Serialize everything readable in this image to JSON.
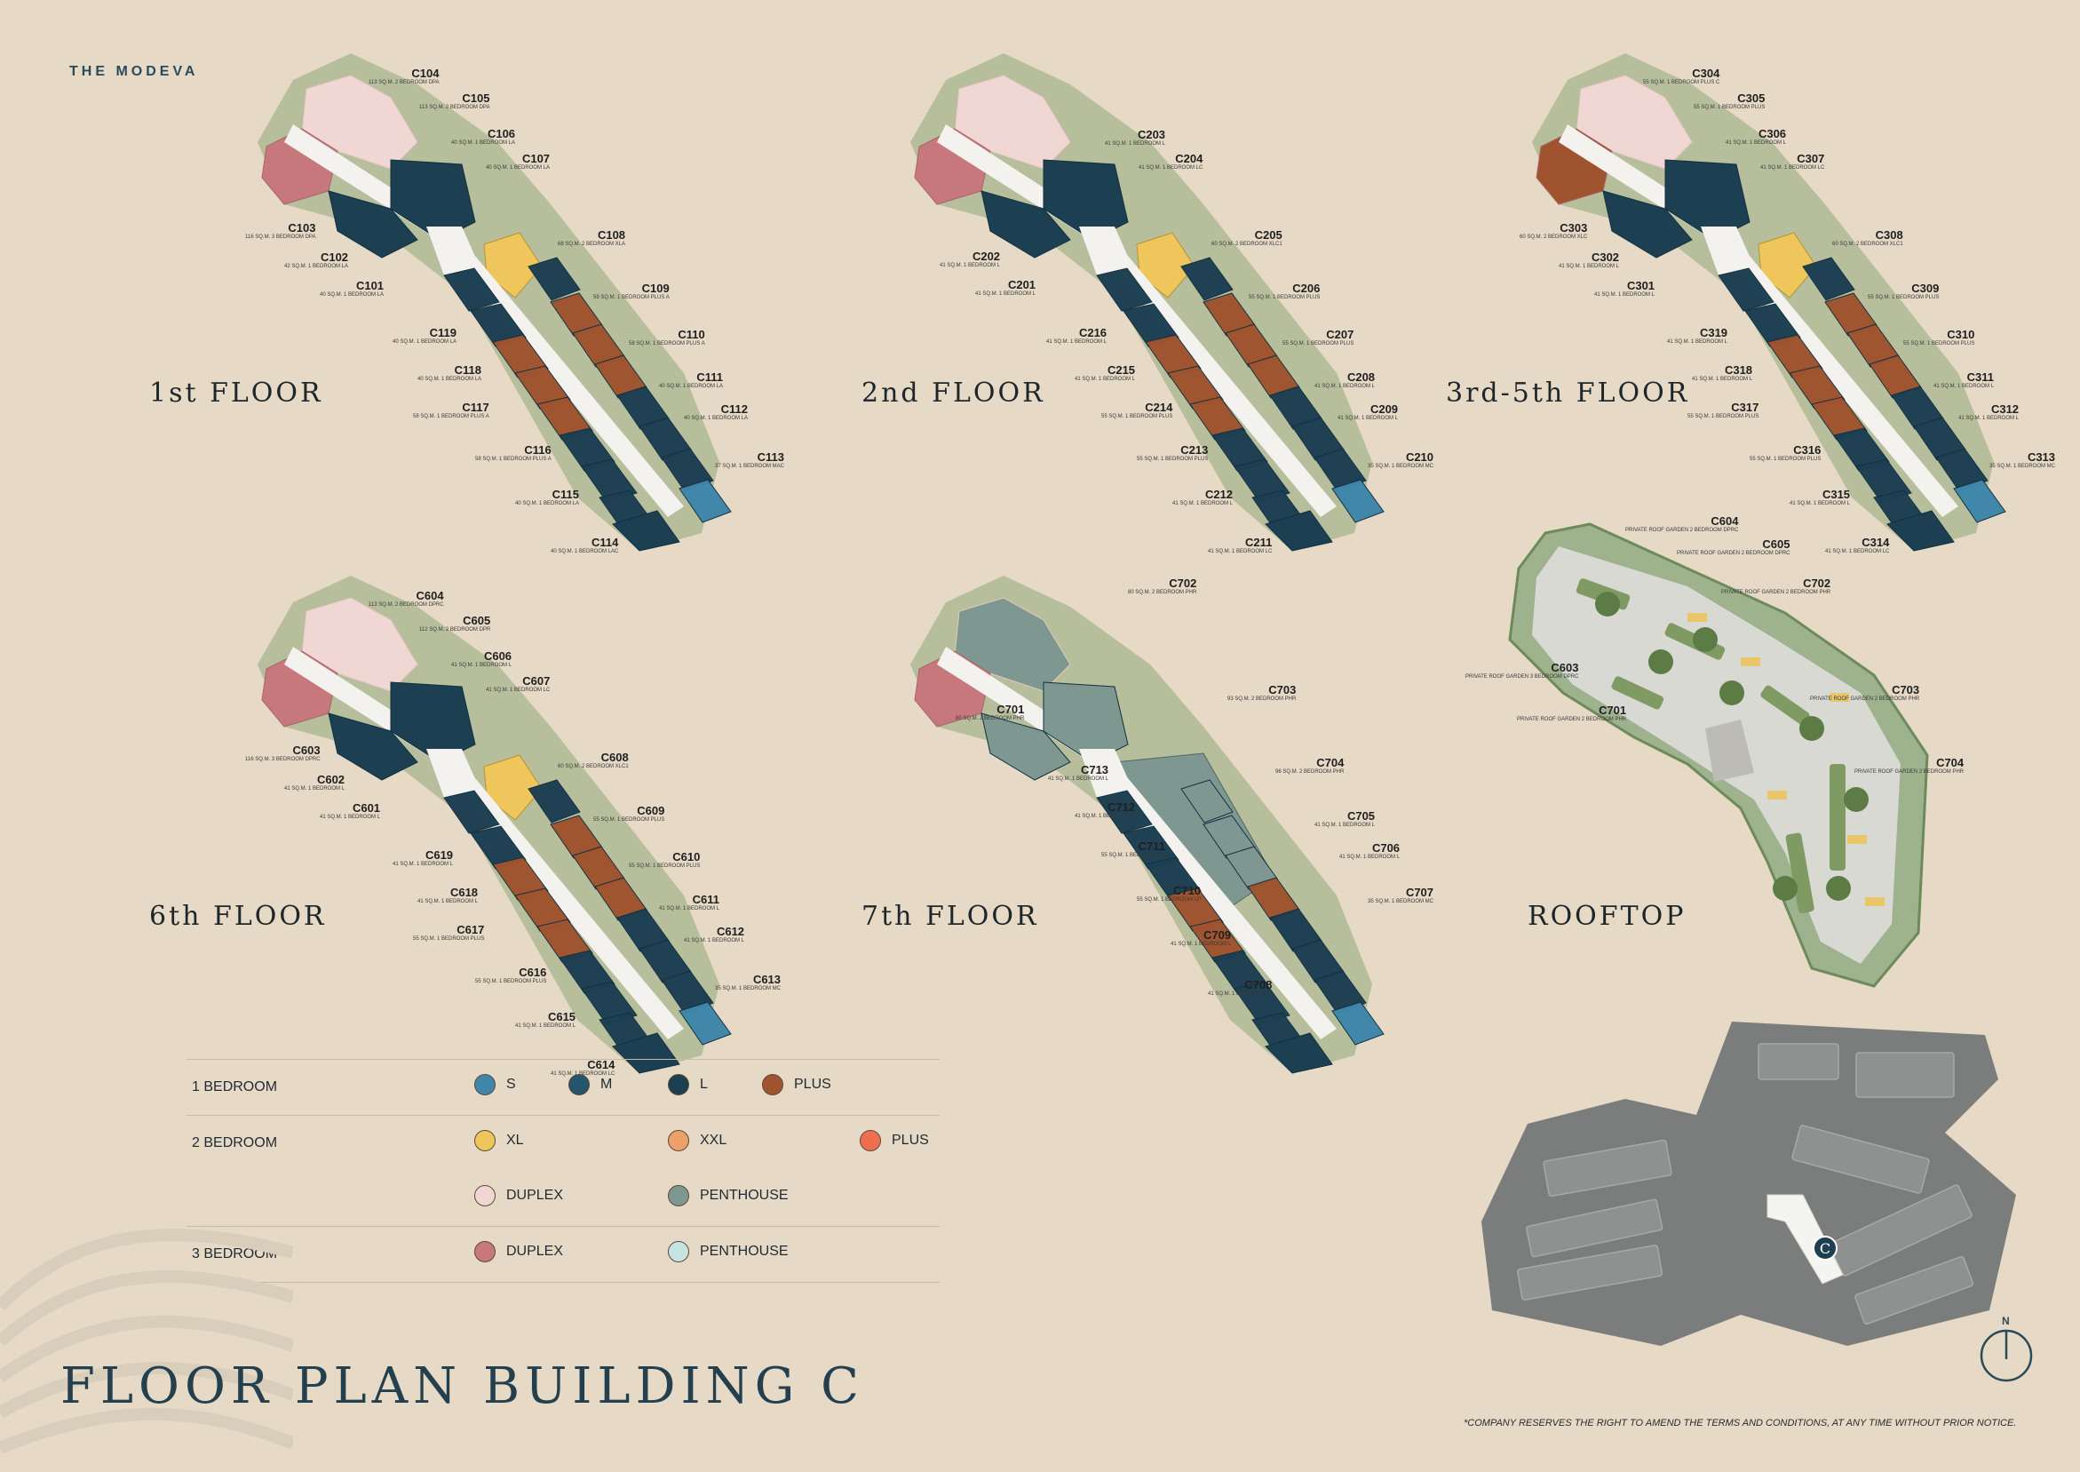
{
  "brand": "THE MODEVA",
  "main_title": "FLOOR PLAN BUILDING C",
  "disclaimer": "*COMPANY RESERVES THE RIGHT TO AMEND THE TERMS AND CONDITIONS, AT ANY TIME WITHOUT PRIOR NOTICE.",
  "compass_label": "N",
  "site_marker": "C",
  "colors": {
    "s": "#3f86aa",
    "m": "#24556b",
    "l": "#1c3f52",
    "plus1": "#a0532f",
    "xl": "#eec65c",
    "xxl": "#eda06b",
    "plus2": "#ee6f4f",
    "duplex2": "#f1d7d3",
    "penthouse2": "#7f9791",
    "duplex3": "#c7787c",
    "penthouse3": "#c6e4e2"
  },
  "floors": [
    {
      "title": "1st FLOOR",
      "units": [
        {
          "code": "C104",
          "meta": "113 SQ.M. 2 BEDROOM DPA"
        },
        {
          "code": "C105",
          "meta": "113 SQ.M. 2 BEDROOM DPA"
        },
        {
          "code": "C106",
          "meta": "40 SQ.M. 1 BEDROOM LA"
        },
        {
          "code": "C107",
          "meta": "40 SQ.M. 1 BEDROOM LA"
        },
        {
          "code": "C103",
          "meta": "116 SQ.M. 3 BEDROOM DPA"
        },
        {
          "code": "C102",
          "meta": "42 SQ.M. 1 BEDROOM LA"
        },
        {
          "code": "C101",
          "meta": "40 SQ.M. 1 BEDROOM LA"
        },
        {
          "code": "C108",
          "meta": "68 SQ.M. 2 BEDROOM XLA"
        },
        {
          "code": "C109",
          "meta": "59 SQ.M. 1 BEDROOM PLUS A"
        },
        {
          "code": "C119",
          "meta": "40 SQ.M. 1 BEDROOM LA"
        },
        {
          "code": "C110",
          "meta": "58 SQ.M. 1 BEDROOM PLUS A"
        },
        {
          "code": "C118",
          "meta": "40 SQ.M. 1 BEDROOM LA"
        },
        {
          "code": "C111",
          "meta": "40 SQ.M. 1 BEDROOM LA"
        },
        {
          "code": "C117",
          "meta": "58 SQ.M. 1 BEDROOM PLUS A"
        },
        {
          "code": "C112",
          "meta": "40 SQ.M. 1 BEDROOM LA"
        },
        {
          "code": "C116",
          "meta": "58 SQ.M. 1 BEDROOM PLUS A"
        },
        {
          "code": "C113",
          "meta": "37 SQ.M. 1 BEDROOM MAC"
        },
        {
          "code": "C115",
          "meta": "40 SQ.M. 1 BEDROOM LA"
        },
        {
          "code": "C114",
          "meta": "40 SQ.M. 1 BEDROOM LAC"
        }
      ]
    },
    {
      "title": "2nd FLOOR",
      "units": [
        {
          "code": "C203",
          "meta": "41 SQ.M. 1 BEDROOM L"
        },
        {
          "code": "C204",
          "meta": "41 SQ.M. 1 BEDROOM LC"
        },
        {
          "code": "C205",
          "meta": "60 SQ.M. 2 BEDROOM XLC1"
        },
        {
          "code": "C202",
          "meta": "41 SQ.M. 1 BEDROOM L"
        },
        {
          "code": "C201",
          "meta": "41 SQ.M. 1 BEDROOM L"
        },
        {
          "code": "C206",
          "meta": "55 SQ.M. 1 BEDROOM PLUS"
        },
        {
          "code": "C216",
          "meta": "41 SQ.M. 1 BEDROOM L"
        },
        {
          "code": "C207",
          "meta": "55 SQ.M. 1 BEDROOM PLUS"
        },
        {
          "code": "C215",
          "meta": "41 SQ.M. 1 BEDROOM L"
        },
        {
          "code": "C208",
          "meta": "41 SQ.M. 1 BEDROOM L"
        },
        {
          "code": "C214",
          "meta": "55 SQ.M. 1 BEDROOM PLUS"
        },
        {
          "code": "C209",
          "meta": "41 SQ.M. 1 BEDROOM L"
        },
        {
          "code": "C213",
          "meta": "55 SQ.M. 1 BEDROOM PLUS"
        },
        {
          "code": "C210",
          "meta": "35 SQ.M. 1 BEDROOM MC"
        },
        {
          "code": "C212",
          "meta": "41 SQ.M. 1 BEDROOM L"
        },
        {
          "code": "C211",
          "meta": "41 SQ.M. 1 BEDROOM LC"
        }
      ]
    },
    {
      "title": "3rd-5th FLOOR",
      "units": [
        {
          "code": "C304",
          "meta": "55 SQ.M. 1 BEDROOM PLUS C"
        },
        {
          "code": "C305",
          "meta": "55 SQ.M. 1 BEDROOM PLUS"
        },
        {
          "code": "C306",
          "meta": "41 SQ.M. 1 BEDROOM L"
        },
        {
          "code": "C307",
          "meta": "41 SQ.M. 1 BEDROOM LC"
        },
        {
          "code": "C303",
          "meta": "60 SQ.M. 2 BEDROOM XLC"
        },
        {
          "code": "C302",
          "meta": "41 SQ.M. 1 BEDROOM L"
        },
        {
          "code": "C301",
          "meta": "41 SQ.M. 1 BEDROOM L"
        },
        {
          "code": "C308",
          "meta": "60 SQ.M. 2 BEDROOM XLC1"
        },
        {
          "code": "C309",
          "meta": "55 SQ.M. 1 BEDROOM PLUS"
        },
        {
          "code": "C319",
          "meta": "41 SQ.M. 1 BEDROOM L"
        },
        {
          "code": "C310",
          "meta": "55 SQ.M. 1 BEDROOM PLUS"
        },
        {
          "code": "C318",
          "meta": "41 SQ.M. 1 BEDROOM L"
        },
        {
          "code": "C311",
          "meta": "41 SQ.M. 1 BEDROOM L"
        },
        {
          "code": "C317",
          "meta": "55 SQ.M. 1 BEDROOM PLUS"
        },
        {
          "code": "C312",
          "meta": "41 SQ.M. 1 BEDROOM L"
        },
        {
          "code": "C316",
          "meta": "55 SQ.M. 1 BEDROOM PLUS"
        },
        {
          "code": "C313",
          "meta": "35 SQ.M. 1 BEDROOM MC"
        },
        {
          "code": "C315",
          "meta": "41 SQ.M. 1 BEDROOM L"
        },
        {
          "code": "C314",
          "meta": "41 SQ.M. 1 BEDROOM LC"
        }
      ]
    },
    {
      "title": "6th FLOOR",
      "units": [
        {
          "code": "C604",
          "meta": "113 SQ.M. 2 BEDROOM DPRC"
        },
        {
          "code": "C605",
          "meta": "112 SQ.M. 2 BEDROOM DPR"
        },
        {
          "code": "C606",
          "meta": "41 SQ.M. 1 BEDROOM L"
        },
        {
          "code": "C607",
          "meta": "41 SQ.M. 1 BEDROOM LC"
        },
        {
          "code": "C603",
          "meta": "116 SQ.M. 3 BEDROOM DPRC"
        },
        {
          "code": "C602",
          "meta": "41 SQ.M. 1 BEDROOM L"
        },
        {
          "code": "C601",
          "meta": "41 SQ.M. 1 BEDROOM L"
        },
        {
          "code": "C608",
          "meta": "60 SQ.M. 2 BEDROOM XLC1"
        },
        {
          "code": "C609",
          "meta": "55 SQ.M. 1 BEDROOM PLUS"
        },
        {
          "code": "C619",
          "meta": "41 SQ.M. 1 BEDROOM L"
        },
        {
          "code": "C610",
          "meta": "55 SQ.M. 1 BEDROOM PLUS"
        },
        {
          "code": "C618",
          "meta": "41 SQ.M. 1 BEDROOM L"
        },
        {
          "code": "C611",
          "meta": "41 SQ.M. 1 BEDROOM L"
        },
        {
          "code": "C617",
          "meta": "55 SQ.M. 1 BEDROOM PLUS"
        },
        {
          "code": "C612",
          "meta": "41 SQ.M. 1 BEDROOM L"
        },
        {
          "code": "C616",
          "meta": "55 SQ.M. 1 BEDROOM PLUS"
        },
        {
          "code": "C613",
          "meta": "35 SQ.M. 1 BEDROOM MC"
        },
        {
          "code": "C615",
          "meta": "41 SQ.M. 1 BEDROOM L"
        },
        {
          "code": "C614",
          "meta": "41 SQ.M. 1 BEDROOM LC"
        }
      ]
    },
    {
      "title": "7th FLOOR",
      "units": [
        {
          "code": "C702",
          "meta": "80 SQ.M. 2 BEDROOM PHR"
        },
        {
          "code": "C703",
          "meta": "93 SQ.M. 2 BEDROOM PHR"
        },
        {
          "code": "C701",
          "meta": "80 SQ.M. 2 BEDROOM PHR"
        },
        {
          "code": "C704",
          "meta": "96 SQ.M. 2 BEDROOM PHR"
        },
        {
          "code": "C713",
          "meta": "41 SQ.M. 1 BEDROOM L"
        },
        {
          "code": "C705",
          "meta": "41 SQ.M. 1 BEDROOM L"
        },
        {
          "code": "C712",
          "meta": "41 SQ.M. 1 BEDROOM L"
        },
        {
          "code": "C706",
          "meta": "41 SQ.M. 1 BEDROOM L"
        },
        {
          "code": "C711",
          "meta": "55 SQ.M. 1 BEDROOM LP"
        },
        {
          "code": "C707",
          "meta": "35 SQ.M. 1 BEDROOM MC"
        },
        {
          "code": "C710",
          "meta": "55 SQ.M. 1 BEDROOM LP"
        },
        {
          "code": "C709",
          "meta": "41 SQ.M. 1 BEDROOM L"
        },
        {
          "code": "C708",
          "meta": "41 SQ.M. 1 BEDROOM LC"
        }
      ]
    },
    {
      "title": "ROOFTOP",
      "units": [
        {
          "code": "C604",
          "meta": "PRIVATE ROOF GARDEN 2 BEDROOM DPRC"
        },
        {
          "code": "C605",
          "meta": "PRIVATE ROOF GARDEN 2 BEDROOM DPRC"
        },
        {
          "code": "C702",
          "meta": "PRIVATE ROOF GARDEN 2 BEDROOM PHR"
        },
        {
          "code": "C603",
          "meta": "PRIVATE ROOF GARDEN 3 BEDROOM DPRC"
        },
        {
          "code": "C703",
          "meta": "PRIVATE ROOF GARDEN 2 BEDROOM PHR"
        },
        {
          "code": "C701",
          "meta": "PRIVATE ROOF GARDEN 2 BEDROOM PHR"
        },
        {
          "code": "C704",
          "meta": "PRIVATE ROOF GARDEN 2 BEDROOM PHR"
        }
      ]
    }
  ],
  "legend": {
    "one_bedroom": {
      "label": "1 BEDROOM",
      "items": [
        {
          "label": "S"
        },
        {
          "label": "M"
        },
        {
          "label": "L"
        },
        {
          "label": "PLUS"
        }
      ]
    },
    "two_bedroom": {
      "label": "2 BEDROOM",
      "items": [
        {
          "label": "XL"
        },
        {
          "label": "XXL"
        },
        {
          "label": "PLUS"
        },
        {
          "label": "DUPLEX"
        },
        {
          "label": "PENTHOUSE"
        }
      ]
    },
    "three_bedroom": {
      "label": "3 BEDROOM",
      "items": [
        {
          "label": "DUPLEX"
        },
        {
          "label": "PENTHOUSE"
        }
      ]
    }
  }
}
